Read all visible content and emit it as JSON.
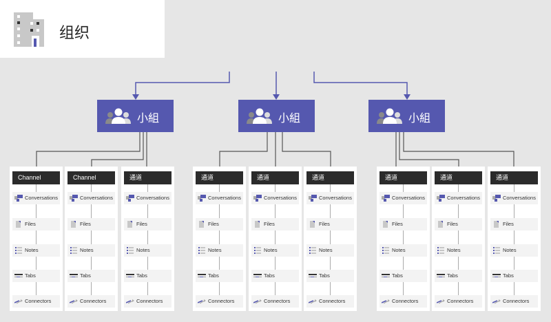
{
  "organization": {
    "label": "组织",
    "icon": "building-icon"
  },
  "accent": "#5558af",
  "teams": [
    {
      "label": "小組",
      "channels": [
        "Channel",
        "Channel",
        "通道"
      ]
    },
    {
      "label": "小組",
      "channels": [
        "通道",
        "通道",
        "通道"
      ]
    },
    {
      "label": "小組",
      "channels": [
        "通道",
        "通道",
        "通道"
      ]
    }
  ],
  "channel_items": [
    {
      "label": "Conversations",
      "icon": "conversations-icon"
    },
    {
      "label": "Files",
      "icon": "file-icon"
    },
    {
      "label": "Notes",
      "icon": "notes-icon"
    },
    {
      "label": "Tabs",
      "icon": "tabs-icon"
    },
    {
      "label": "Connectors",
      "icon": "connectors-icon"
    }
  ]
}
